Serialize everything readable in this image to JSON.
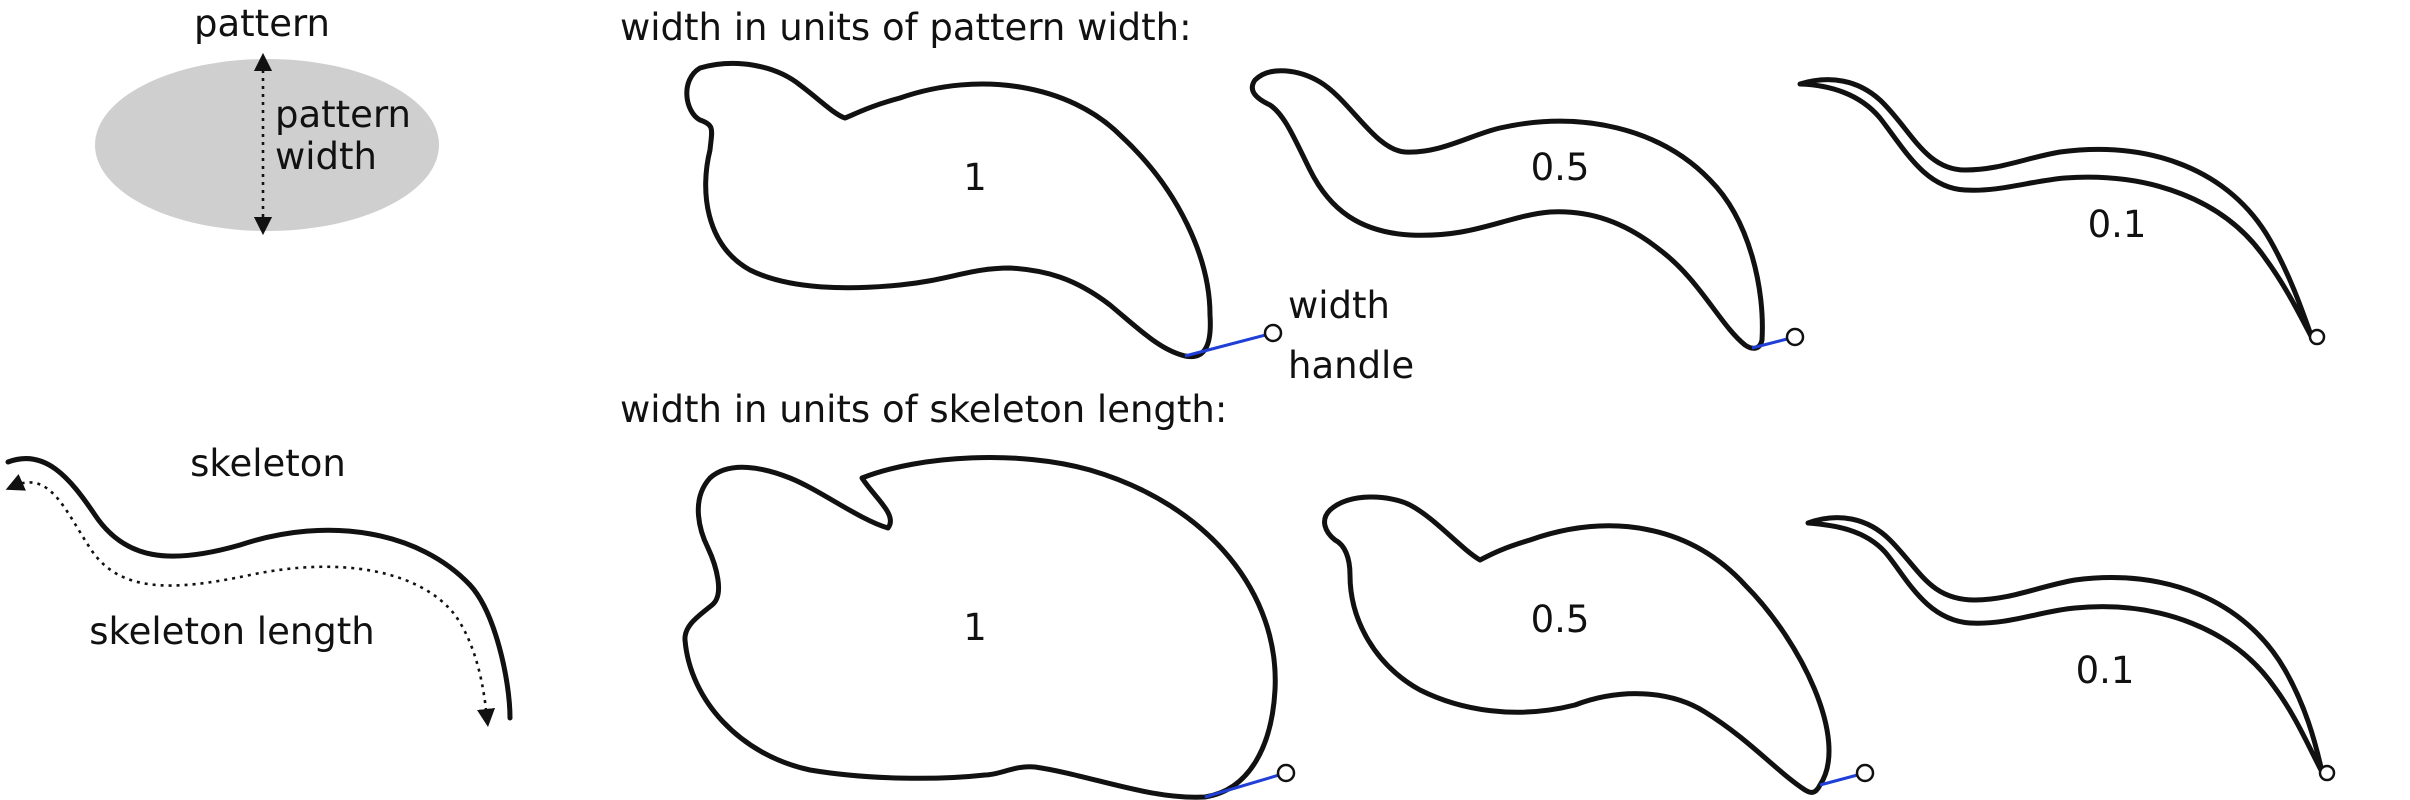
{
  "pattern": {
    "title": "pattern",
    "width_label_line1": "pattern",
    "width_label_line2": "width",
    "fill_color": "#cfcfcf"
  },
  "skeleton": {
    "title": "skeleton",
    "length_label": "skeleton length"
  },
  "rows": {
    "pattern_width": {
      "heading": "width in units of pattern width:",
      "values": [
        "1",
        "0.5",
        "0.1"
      ]
    },
    "skeleton_length": {
      "heading": "width in units of skeleton length:",
      "values": [
        "1",
        "0.5",
        "0.1"
      ]
    }
  },
  "handle": {
    "line1": "width",
    "line2": "handle",
    "color": "#1f3fd6"
  }
}
